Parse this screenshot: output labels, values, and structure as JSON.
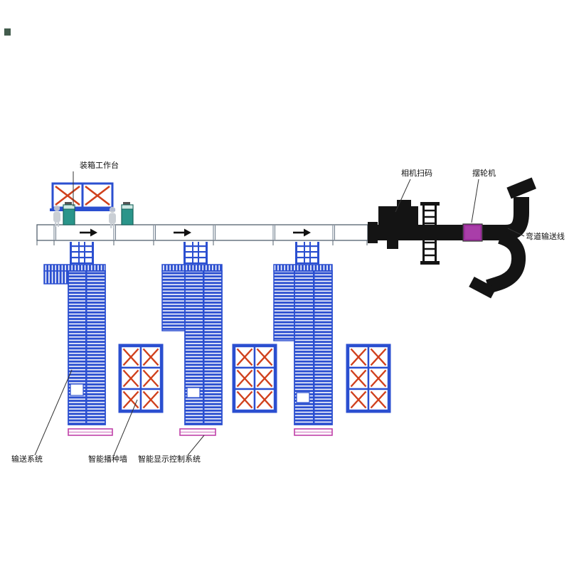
{
  "diagram": {
    "labels": {
      "packing_workstation": "装箱工作台",
      "camera_scan": "相机扫码",
      "swivel_wheel": "摆轮机",
      "curved_conveyor": "弯道输送线",
      "conveyor_system": "输送系统",
      "seeding_wall": "智能播种墙",
      "display_control": "智能显示控制系统"
    },
    "colors": {
      "structure_blue": "#2b4fd0",
      "cross_red": "#d0401c",
      "equipment_black": "#141414",
      "swivel_purple": "#9c2f9c",
      "machine_teal": "#2a958a",
      "control_pink": "#c040a8"
    }
  }
}
